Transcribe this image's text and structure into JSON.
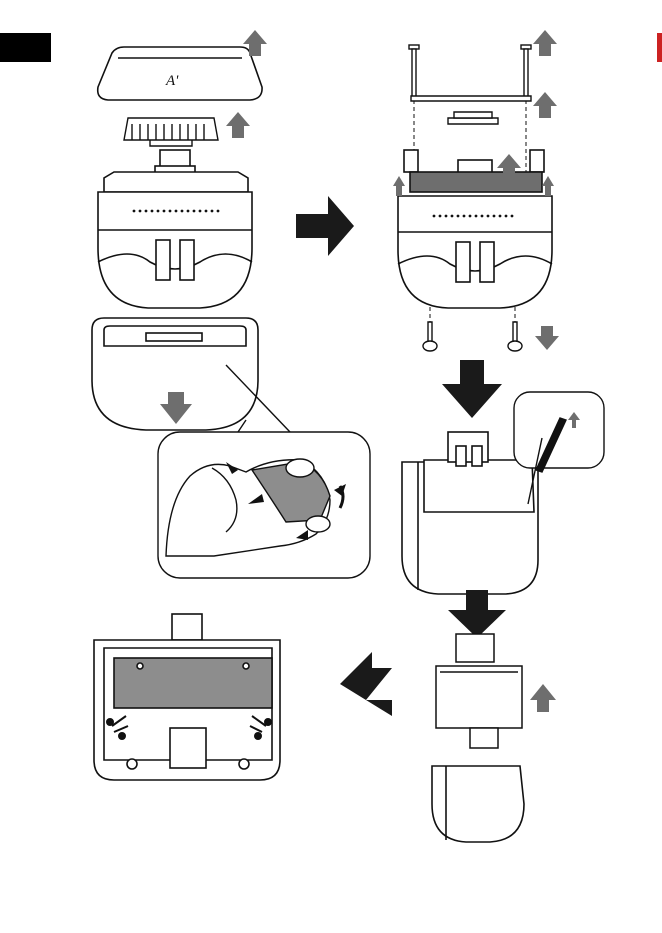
{
  "page": {
    "language_tab_color": "#000000",
    "ink_color": "#111111",
    "arrow_color": "#6e6e6e",
    "dark_arrow_color": "#1a1a1a",
    "brand_mark": "A'"
  },
  "steps": [
    {
      "name": "remove-outer-cover",
      "direction": "up"
    },
    {
      "name": "remove-inner-blade",
      "direction": "up"
    },
    {
      "name": "remove-bottom-case",
      "direction": "down"
    },
    {
      "name": "unscrew-top-screws",
      "direction": "up"
    },
    {
      "name": "lift-plate",
      "direction": "up"
    },
    {
      "name": "unscrew-bottom-screws",
      "direction": "down"
    },
    {
      "name": "pry-housing-with-screwdriver",
      "direction": "up"
    },
    {
      "name": "lift-inner-unit",
      "direction": "up"
    },
    {
      "name": "cut-battery-wires",
      "direction": "left"
    }
  ],
  "icons": [
    "scissors-icon",
    "scissors-icon"
  ]
}
